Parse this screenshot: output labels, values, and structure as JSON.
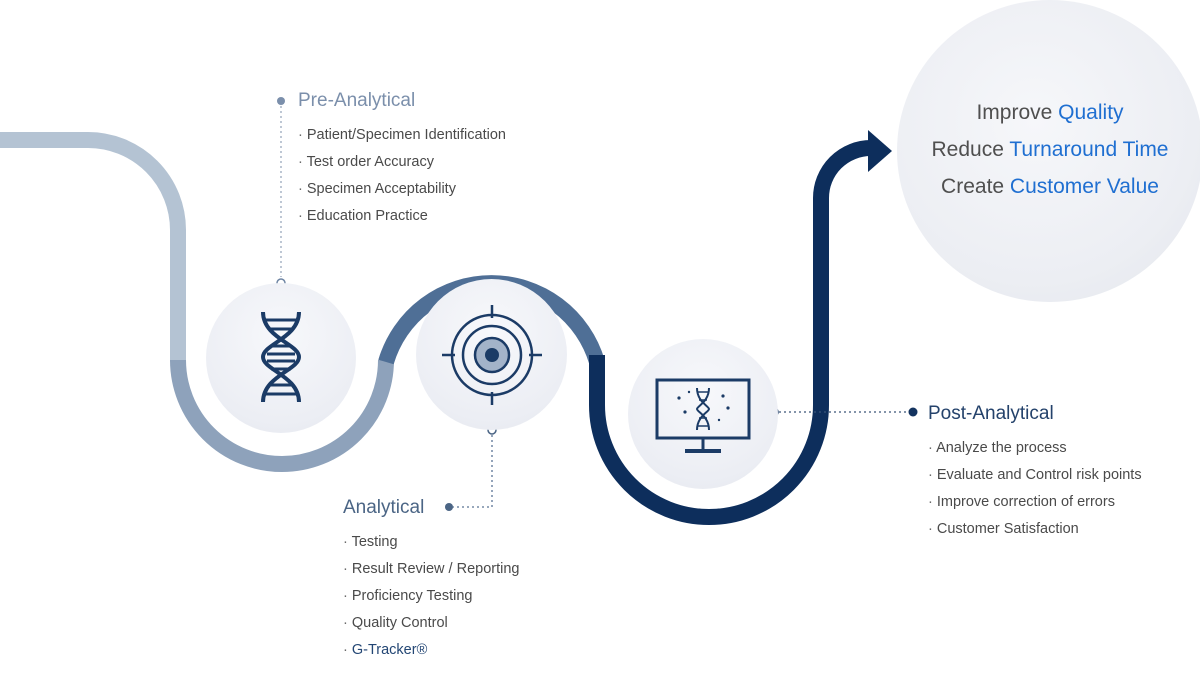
{
  "pre_analytical": {
    "title": "Pre-Analytical",
    "items": [
      "Patient/Specimen Identification",
      "Test order Accuracy",
      "Specimen Acceptability",
      "Education Practice"
    ],
    "icon": "dna-icon"
  },
  "analytical": {
    "title": "Analytical",
    "items": [
      "Testing",
      "Result Review / Reporting",
      "Proficiency Testing",
      "Quality Control"
    ],
    "highlight_item": "G-Tracker®",
    "icon": "target-icon"
  },
  "post_analytical": {
    "title": "Post-Analytical",
    "items": [
      "Analyze the process",
      "Evaluate and Control risk points",
      "Improve correction of errors",
      "Customer Satisfaction"
    ],
    "icon": "monitor-dna-icon"
  },
  "goals": [
    {
      "verb": "Improve",
      "object": "Quality"
    },
    {
      "verb": "Reduce",
      "object": "Turnaround Time"
    },
    {
      "verb": "Create",
      "object": "Customer Value"
    }
  ],
  "colors": {
    "path_light": "#b4c3d3",
    "path_mid": "#8ea2bb",
    "path_steel": "#4f6f96",
    "path_dark": "#0d2e5c",
    "highlight_blue": "#1f6fd1"
  }
}
